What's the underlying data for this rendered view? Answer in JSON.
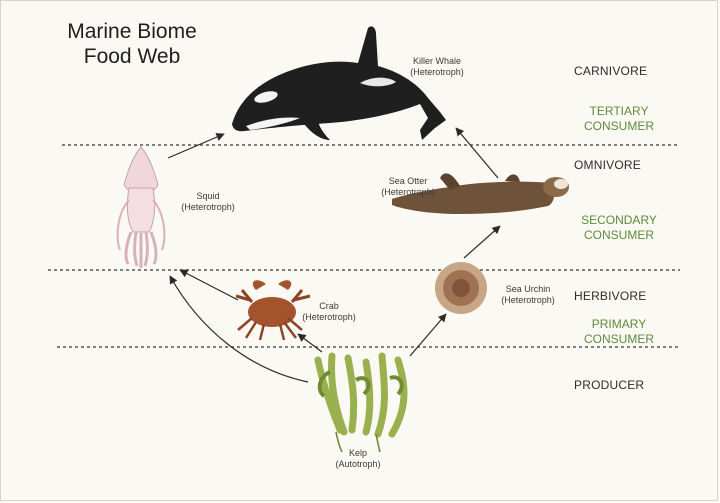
{
  "title": {
    "line1": "Marine Biome",
    "line2": "Food Web"
  },
  "organisms": {
    "killer_whale": {
      "name": "Killer Whale",
      "type": "(Heterotroph)"
    },
    "squid": {
      "name": "Squid",
      "type": "(Heterotroph)"
    },
    "sea_otter": {
      "name": "Sea Otter",
      "type": "(Heterotroph)"
    },
    "crab": {
      "name": "Crab",
      "type": "(Heterotroph)"
    },
    "sea_urchin": {
      "name": "Sea Urchin",
      "type": "(Heterotroph)"
    },
    "kelp": {
      "name": "Kelp",
      "type": "(Autotroph)"
    }
  },
  "levels": {
    "carnivore": "CARNIVORE",
    "omnivore": "OMNIVORE",
    "herbivore": "HERBIVORE",
    "producer": "PRODUCER"
  },
  "consumers": {
    "tertiary": {
      "line1": "TERTIARY",
      "line2": "CONSUMER"
    },
    "secondary": {
      "line1": "SECONDARY",
      "line2": "CONSUMER"
    },
    "primary": {
      "line1": "PRIMARY",
      "line2": "CONSUMER"
    }
  },
  "colors": {
    "consumer_text": "#5d8a3c",
    "divider": "#555555",
    "kelp": "#8aa34a",
    "crab": "#a0522d",
    "otter": "#7a5b3e",
    "squid": "#f0d4dc",
    "urchin": "#9a6f4e"
  }
}
